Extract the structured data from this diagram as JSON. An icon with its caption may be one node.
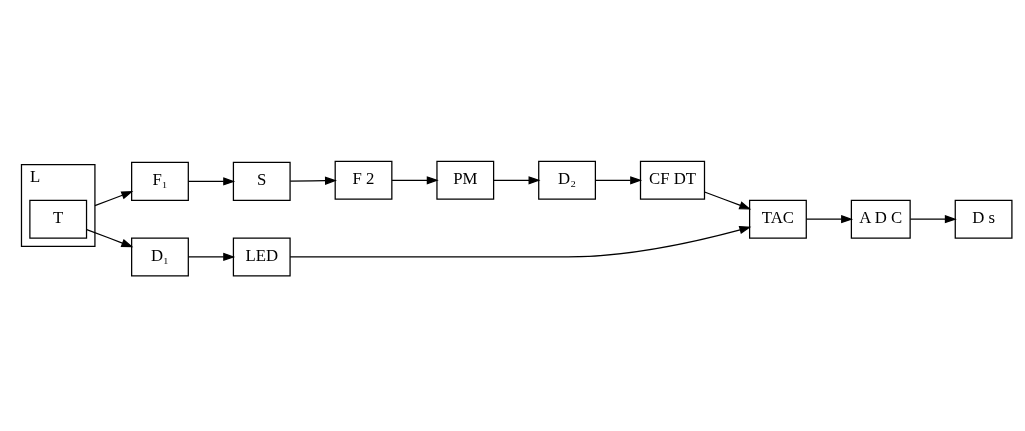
{
  "diagram": {
    "nodes": [
      {
        "text": [
          "S"
        ]
      },
      {
        "text": [
          "F 2"
        ]
      },
      {
        "text": [
          "PM"
        ]
      },
      {
        "text": [
          "D₂"
        ]
      },
      {
        "text": [
          "CF DT"
        ]
      },
      {
        "text": [
          "F₁"
        ]
      },
      {
        "text": [
          "TAC"
        ]
      },
      {
        "text": [
          "A D C"
        ]
      },
      {
        "text": [
          "D s"
        ]
      },
      {
        "text": [
          "L"
        ]
      },
      {
        "text": [
          "T"
        ],
        "in": 9
      },
      {
        "text": [
          "D₁"
        ]
      },
      {
        "text": [
          "LED"
        ]
      }
    ],
    "edges": [
      {
        "from": 9,
        "to": 5,
        "arrow": "to"
      },
      {
        "from": 5,
        "to": 0,
        "arrow": "to"
      },
      {
        "from": 0,
        "to": 1,
        "arrow": "to"
      },
      {
        "from": 1,
        "to": 2,
        "arrow": "to"
      },
      {
        "from": 2,
        "to": 3,
        "arrow": "to"
      },
      {
        "from": 3,
        "to": 4,
        "arrow": "to"
      },
      {
        "from": 4,
        "to": 6,
        "arrow": "to"
      },
      {
        "from": 6,
        "to": 7,
        "arrow": "to"
      },
      {
        "from": 7,
        "to": 8,
        "arrow": "to"
      },
      {
        "from": 10,
        "to": 11,
        "arrow": "to"
      },
      {
        "from": 11,
        "to": 12,
        "arrow": "to"
      },
      {
        "from": 12,
        "to": 6,
        "arrow": "to"
      }
    ]
  }
}
